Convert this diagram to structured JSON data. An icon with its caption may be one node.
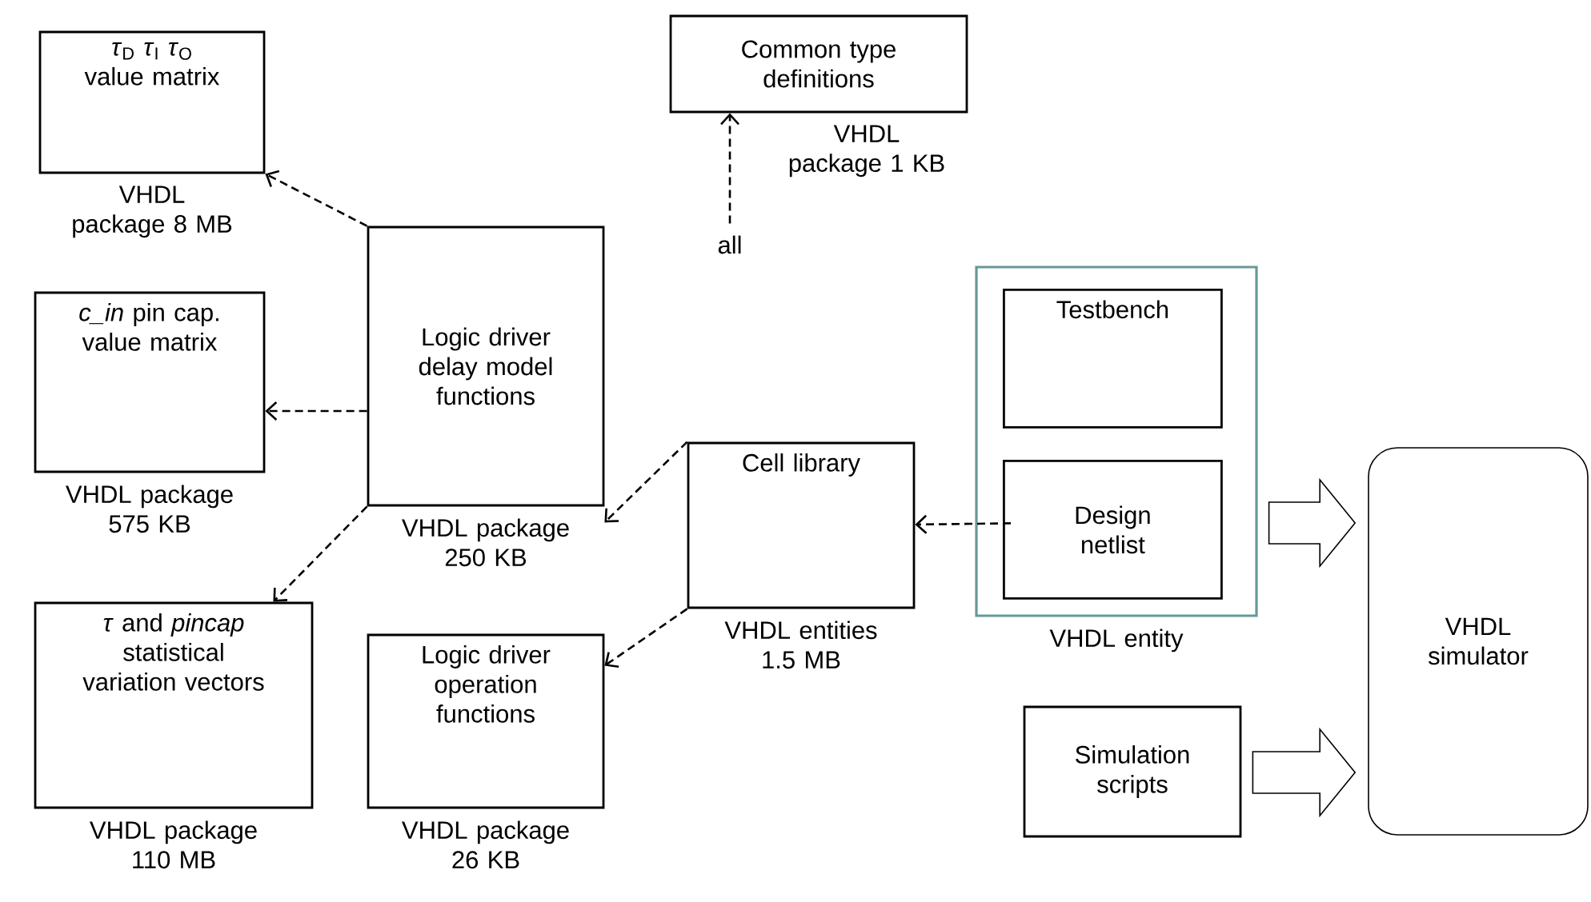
{
  "diagram": {
    "nodes": [
      {
        "text": [
          "*τ*$_{D}$ *τ*$_{I}$ *τ*$_{O}$",
          "value matrix"
        ],
        "beside": [
          "VHDL package 8 MB"
        ]
      },
      {
        "text": [
          "*c_in* pin cap. value matrix"
        ],
        "beside": [
          "VHDL package 575 KB"
        ]
      },
      {
        "text": [
          "*τ* and *pincap* statistical variation vectors"
        ],
        "beside": [
          "VHDL package 110 MB"
        ]
      },
      {
        "text": [
          "Logic driver delay model functions"
        ],
        "beside": [
          "VHDL package 250 KB"
        ]
      },
      {
        "text": [
          "Logic driver operation functions"
        ],
        "beside": [
          "VHDL package 26 KB"
        ]
      },
      {
        "text": [
          "Common type definitions"
        ],
        "beside": [
          "VHDL package 1 KB"
        ]
      },
      {
        "text": [
          "all"
        ]
      },
      {
        "text": [
          "Cell library"
        ],
        "beside": [
          "VHDL entities 1.5 MB"
        ]
      },
      {
        "text": [],
        "shape": "box",
        "beside": [
          "VHDL entity"
        ]
      },
      {
        "text": [
          "Testbench"
        ],
        "in": 8
      },
      {
        "text": [
          "Design netlist"
        ],
        "in": 8
      },
      {
        "text": [
          "Simulation scripts"
        ]
      },
      {
        "text": [
          "VHDL simulator"
        ]
      }
    ],
    "edges": [
      {
        "from": 3,
        "to": 0,
        "arrow": "to",
        "style": "dashed"
      },
      {
        "from": 3,
        "to": 1,
        "arrow": "to",
        "style": "dashed"
      },
      {
        "from": 3,
        "to": 2,
        "arrow": "to",
        "style": "dashed"
      },
      {
        "from": 7,
        "to": 3,
        "arrow": "to",
        "style": "dashed"
      },
      {
        "from": 7,
        "to": 4,
        "arrow": "to",
        "style": "dashed"
      },
      {
        "from": 10,
        "to": 7,
        "arrow": "to",
        "style": "dashed"
      },
      {
        "from": 6,
        "to": 5,
        "arrow": "to",
        "style": "dashed"
      },
      {
        "from": 8,
        "to": 12,
        "arrow": "to"
      },
      {
        "from": 11,
        "to": 12,
        "arrow": "to"
      }
    ]
  }
}
